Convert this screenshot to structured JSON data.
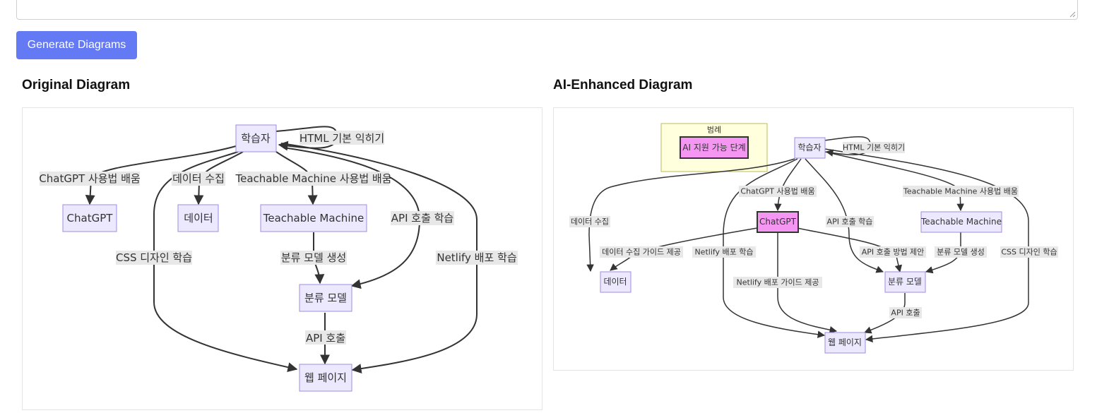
{
  "generate_button_label": "Generate Diagrams",
  "original": {
    "title": "Original Diagram",
    "nodes": {
      "learner": "학습자",
      "chatgpt": "ChatGPT",
      "data": "데이터",
      "tm": "Teachable Machine",
      "model": "분류 모델",
      "web": "웹 페이지"
    },
    "edges": {
      "html": "HTML 기본 익히기",
      "chatgpt": "ChatGPT 사용법 배움",
      "data": "데이터 수집",
      "tm": "Teachable Machine 사용법 배움",
      "api_learn": "API 호출 학습",
      "css": "CSS 디자인 학습",
      "netlify": "Netlify 배포 학습",
      "model_gen": "분류 모델 생성",
      "api_call": "API 호출"
    }
  },
  "enhanced": {
    "title": "AI-Enhanced Diagram",
    "legend_title": "범례",
    "legend_item": "AI 지원 가능 단계",
    "nodes": {
      "learner": "학습자",
      "chatgpt": "ChatGPT",
      "data": "데이터",
      "tm": "Teachable Machine",
      "model": "분류 모델",
      "web": "웹 페이지"
    },
    "edges": {
      "html": "HTML 기본 익히기",
      "chatgpt": "ChatGPT 사용법 배움",
      "tm": "Teachable Machine 사용법 배움",
      "data": "데이터 수집",
      "api_learn": "API 호출 학습",
      "data_guide": "데이터 수집 가이드 제공",
      "netlify": "Netlify 배포 학습",
      "api_suggest": "API 호출 방법 제안",
      "model_gen": "분류 모델 생성",
      "css": "CSS 디자인 학습",
      "netlify_guide": "Netlify 배포 가이드 제공",
      "api_call": "API 호출"
    }
  }
}
